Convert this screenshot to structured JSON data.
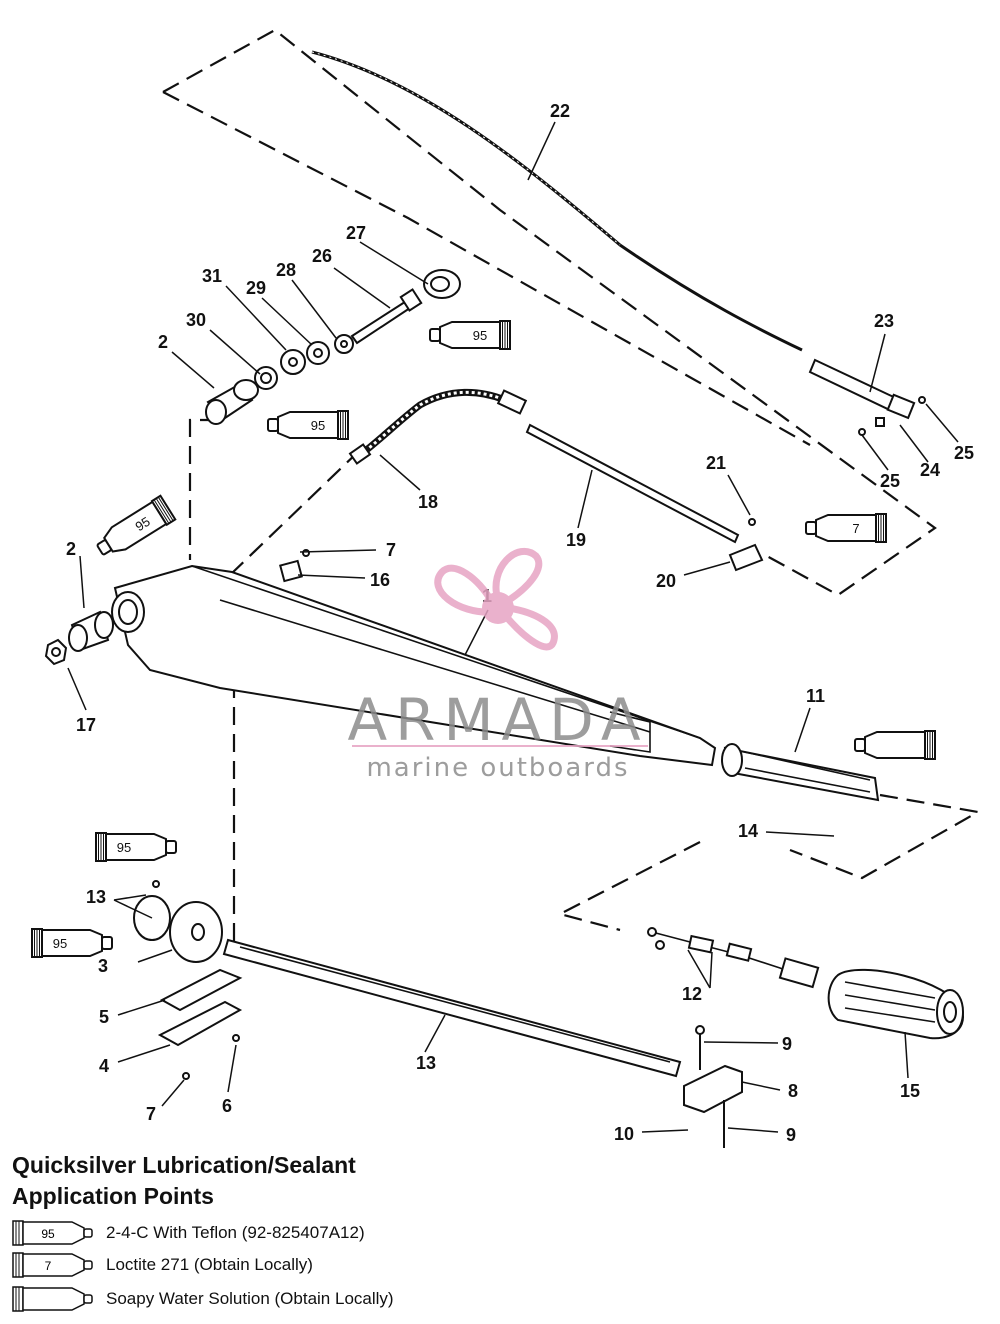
{
  "watermark": {
    "brand": "ARMADA",
    "tagline": "marine outboards",
    "color": "#e7a4c4"
  },
  "callouts": {
    "c1": "1",
    "c2a": "2",
    "c2b": "2",
    "c3": "3",
    "c4": "4",
    "c5": "5",
    "c6": "6",
    "c7a": "7",
    "c7b": "7",
    "c8": "8",
    "c9a": "9",
    "c9b": "9",
    "c10": "10",
    "c11": "11",
    "c12": "12",
    "c13a": "13",
    "c13b": "13",
    "c14": "14",
    "c15": "15",
    "c16": "16",
    "c17": "17",
    "c18": "18",
    "c19": "19",
    "c20": "20",
    "c21": "21",
    "c22": "22",
    "c23": "23",
    "c24": "24",
    "c25a": "25",
    "c25b": "25",
    "c26": "26",
    "c27": "27",
    "c28": "28",
    "c29": "29",
    "c30": "30",
    "c31": "31"
  },
  "tube_markers": {
    "t26": "95",
    "t2top": "95",
    "t2left": "95",
    "t21": "7",
    "t3top": "95",
    "t3left": "95",
    "t11": ""
  },
  "legend": {
    "title_line1": "Quicksilver Lubrication/Sealant",
    "title_line2": "Application Points",
    "items": [
      {
        "code": "95",
        "text": "2-4-C  With Teflon (92-825407A12)"
      },
      {
        "code": "7",
        "text": "Loctite 271 (Obtain Locally)"
      },
      {
        "code": "",
        "text": "Soapy Water Solution (Obtain Locally)"
      }
    ]
  }
}
